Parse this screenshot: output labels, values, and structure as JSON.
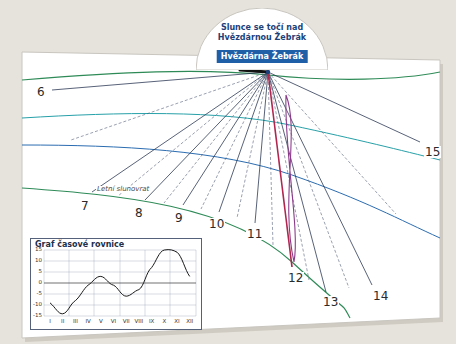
{
  "diagram": {
    "nodes": [
      {
        "text": [
          "Slunce se točí nad Hvězdárnou Žebrák"
        ]
      },
      {
        "text": [
          "Hvězdárna Žebrák"
        ],
        "in": 0
      },
      {
        "text": [
          "Graf časové rovnice"
        ]
      }
    ],
    "labels": [
      "6",
      "7",
      "8",
      "9",
      "10",
      "11",
      "12",
      "13",
      "14",
      "15",
      "Letní slunovrat",
      "15",
      "10",
      "5",
      "0",
      "-5",
      "-10",
      "-15",
      "I",
      "II",
      "III",
      "IV",
      "V",
      "VI",
      "VII",
      "VIII",
      "IX",
      "X",
      "XI",
      "XII"
    ]
  }
}
